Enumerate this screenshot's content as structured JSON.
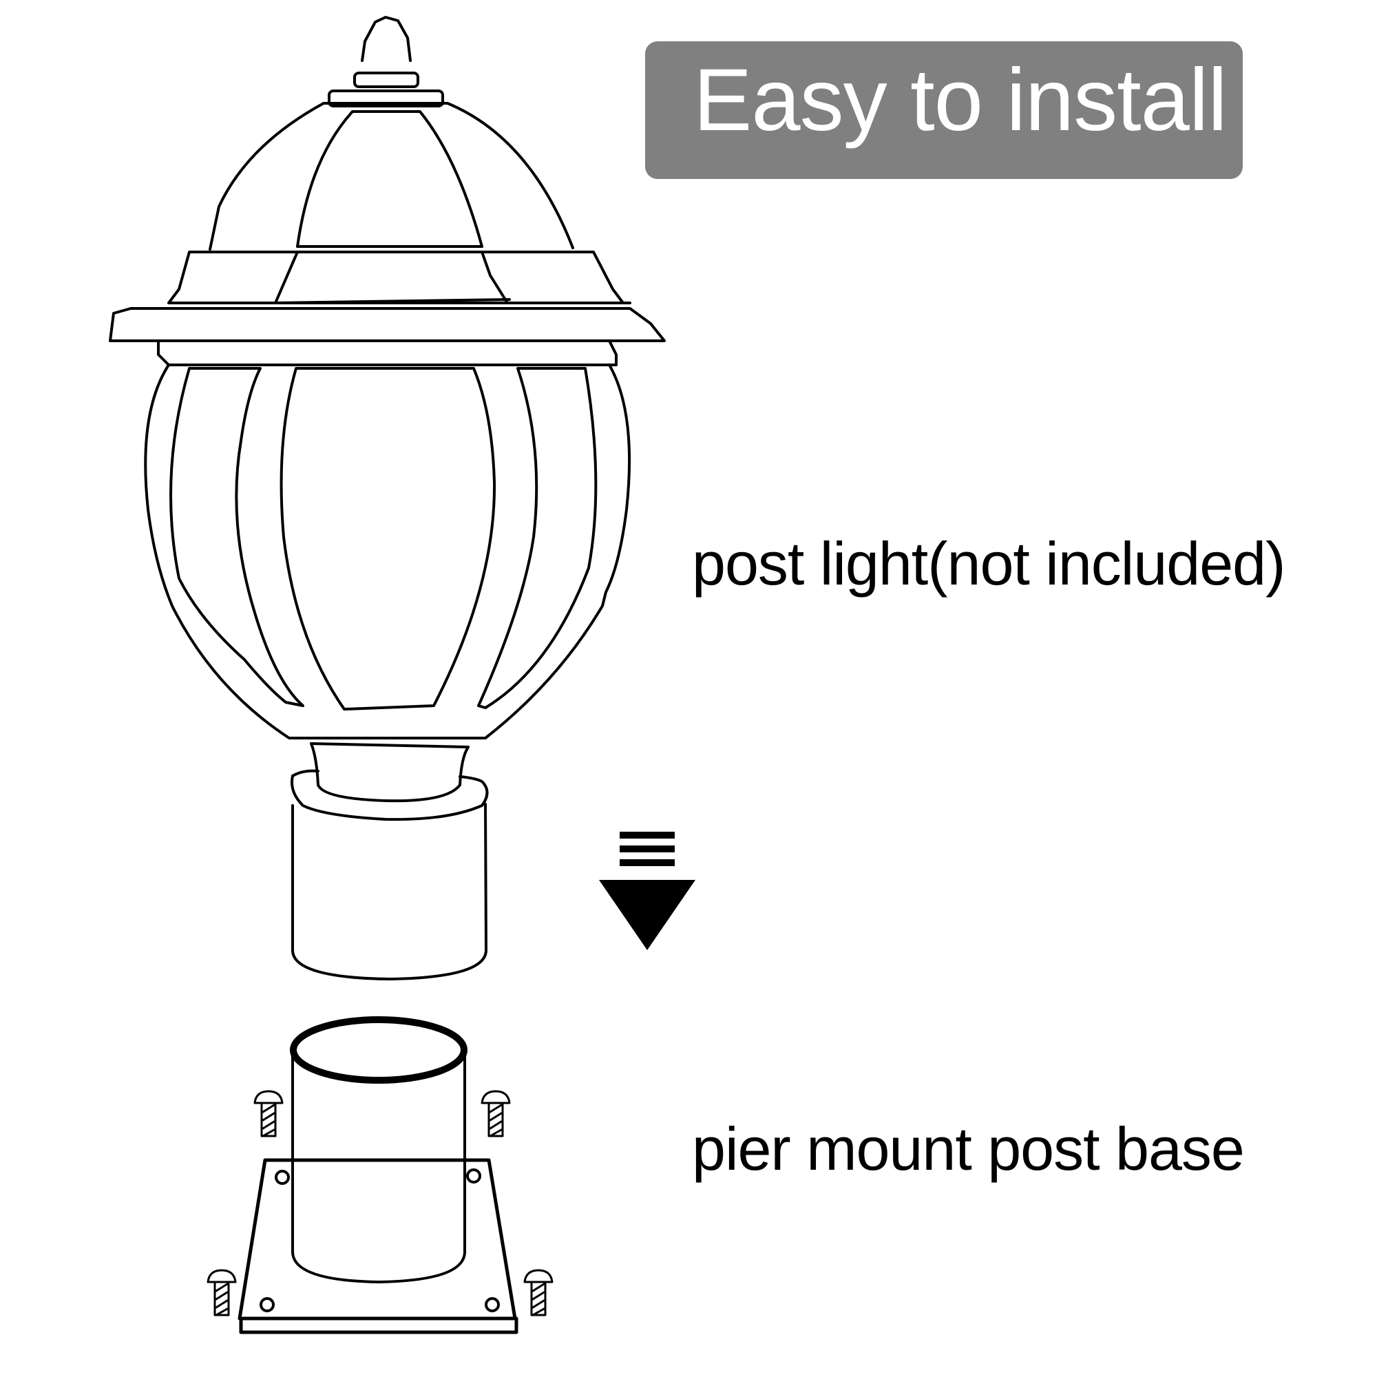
{
  "header": {
    "title": "Easy to install",
    "badge_color": "#808080"
  },
  "labels": {
    "post_light": "post light(not included)",
    "post_base": "pier mount post base"
  },
  "icons": {
    "arrow": "down-arrow-icon",
    "screw": "screw-icon"
  },
  "colors": {
    "line": "#000000",
    "background": "#ffffff"
  }
}
